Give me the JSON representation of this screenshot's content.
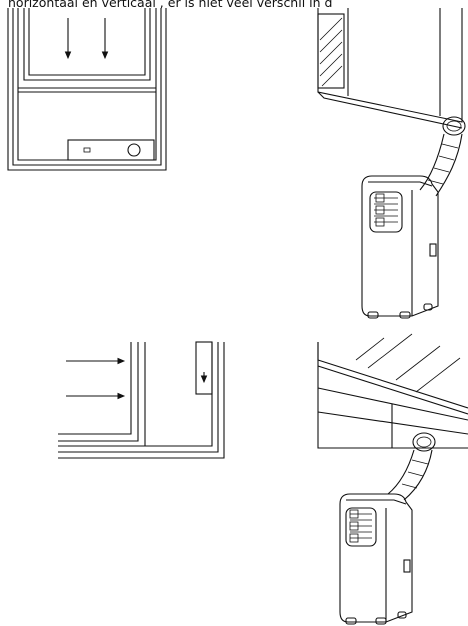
{
  "caption": {
    "text": "horizontaal en verticaal , er is niet veel verschil in d"
  },
  "figures": [
    {
      "id": "window-vertical-sliding",
      "icons": [
        "window-frame-icon",
        "arrow-down-icon",
        "window-kit-icon"
      ]
    },
    {
      "id": "ac-unit-under-window",
      "icons": [
        "air-conditioner-icon",
        "exhaust-hose-icon"
      ]
    },
    {
      "id": "window-horizontal-sliding",
      "icons": [
        "window-frame-icon",
        "arrow-right-icon",
        "window-kit-icon"
      ]
    },
    {
      "id": "ac-unit-horizontal-window",
      "icons": [
        "air-conditioner-icon",
        "exhaust-hose-icon"
      ]
    }
  ]
}
